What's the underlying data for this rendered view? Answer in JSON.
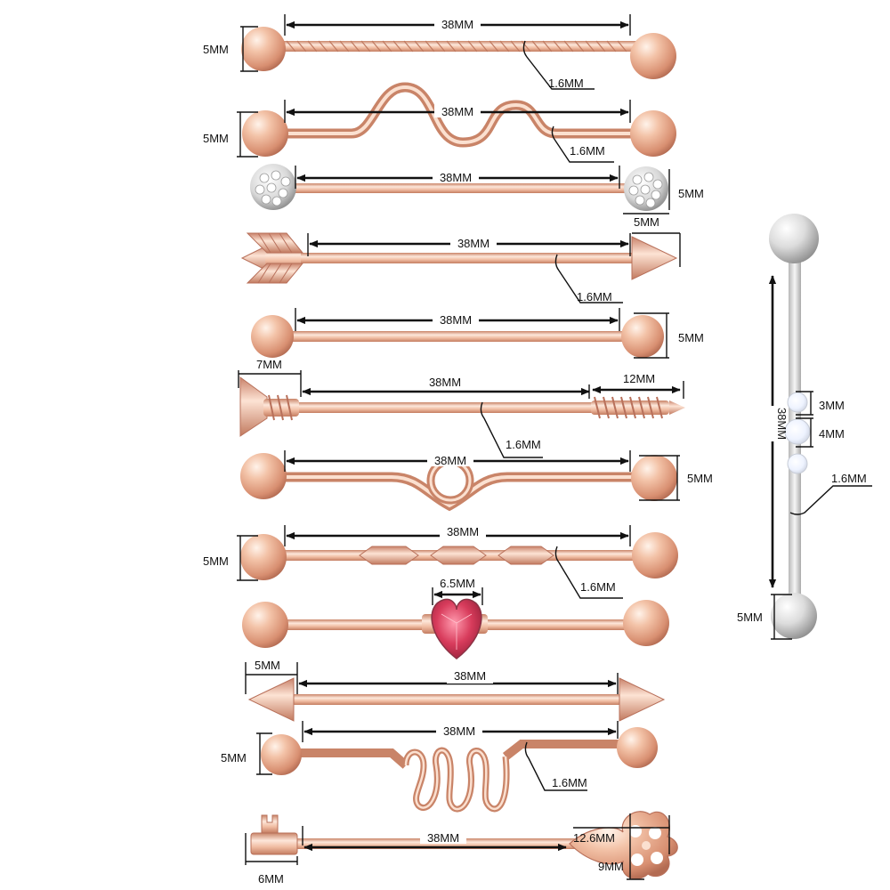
{
  "colors": {
    "rose_gold_light": "#f7d4c0",
    "rose_gold": "#e8a98c",
    "rose_gold_dark": "#b8705a",
    "silver_light": "#f5f5f5",
    "silver_dark": "#9a9a9a",
    "gem_red": "#d63a5a",
    "dimension_line": "#111111"
  },
  "products": [
    {
      "style": "twisted-bar",
      "labels": {
        "length": "38MM",
        "ball": "5MM",
        "gauge": "1.6MM"
      }
    },
    {
      "style": "wave-bar",
      "labels": {
        "length": "38MM",
        "ball": "5MM",
        "gauge": "1.6MM"
      }
    },
    {
      "style": "crystal-balls",
      "labels": {
        "length": "38MM",
        "ball_height": "5MM",
        "ball_width": "5MM"
      }
    },
    {
      "style": "arrow",
      "labels": {
        "length": "38MM",
        "gauge": "1.6MM"
      }
    },
    {
      "style": "plain-ball",
      "labels": {
        "length": "38MM",
        "ball": "5MM"
      }
    },
    {
      "style": "screw",
      "labels": {
        "head": "7MM",
        "length": "38MM",
        "thread": "12MM",
        "gauge": "1.6MM"
      }
    },
    {
      "style": "loop",
      "labels": {
        "length": "38MM",
        "ball": "5MM"
      }
    },
    {
      "style": "diamond-segments",
      "labels": {
        "length": "38MM",
        "ball": "5MM",
        "gauge": "1.6MM"
      }
    },
    {
      "style": "heart-gem",
      "labels": {
        "heart": "6.5MM"
      }
    },
    {
      "style": "spikes",
      "labels": {
        "spike": "5MM",
        "length": "38MM"
      }
    },
    {
      "style": "coil",
      "labels": {
        "length": "38MM",
        "ball": "5MM",
        "gauge": "1.6MM"
      }
    },
    {
      "style": "key",
      "labels": {
        "length": "38MM",
        "bow_width": "12.6MM",
        "bow_height": "9MM",
        "bit": "6MM"
      }
    }
  ],
  "side_product": {
    "style": "silver-with-opals",
    "labels": {
      "length": "38MM",
      "opal_small": "3MM",
      "opal_large": "4MM",
      "gauge": "1.6MM",
      "ball": "5MM"
    }
  }
}
